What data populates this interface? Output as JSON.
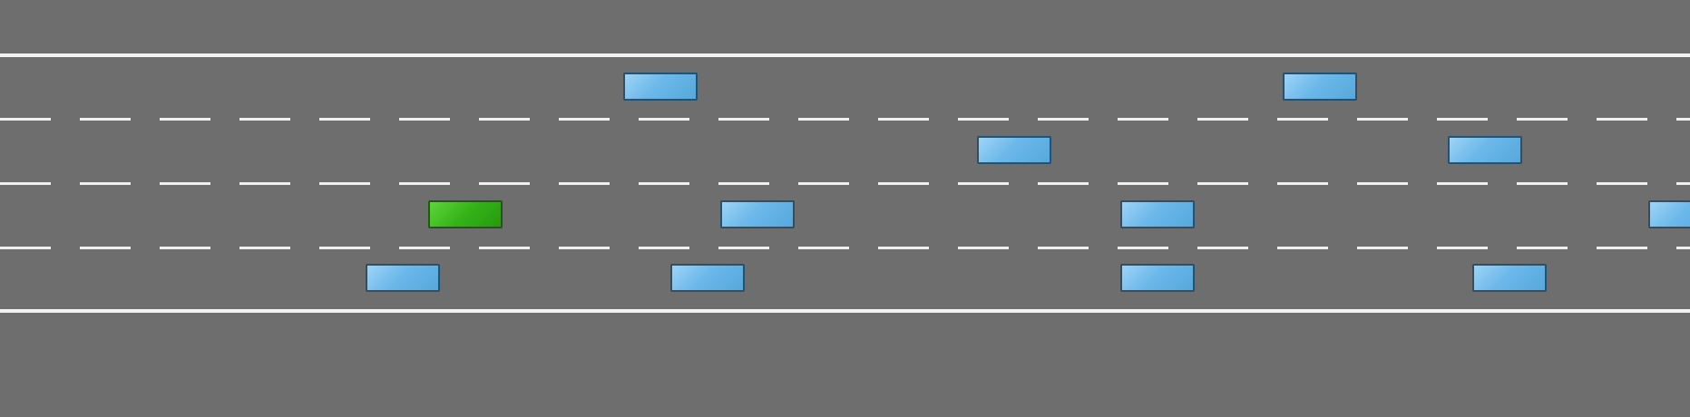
{
  "scene": {
    "type": "highway-driving",
    "lane_count": 4,
    "colors": {
      "road": "#6e6e6e",
      "lane_marking": "#f0f0f0",
      "ego_vehicle": "#34b318",
      "other_vehicle": "#6cb8ea"
    },
    "ego_vehicle": {
      "lane": 3
    },
    "other_vehicles": [
      {
        "lane": 1
      },
      {
        "lane": 1
      },
      {
        "lane": 2
      },
      {
        "lane": 2
      },
      {
        "lane": 3
      },
      {
        "lane": 3
      },
      {
        "lane": 3
      },
      {
        "lane": 4
      },
      {
        "lane": 4
      },
      {
        "lane": 4
      },
      {
        "lane": 4
      }
    ]
  }
}
